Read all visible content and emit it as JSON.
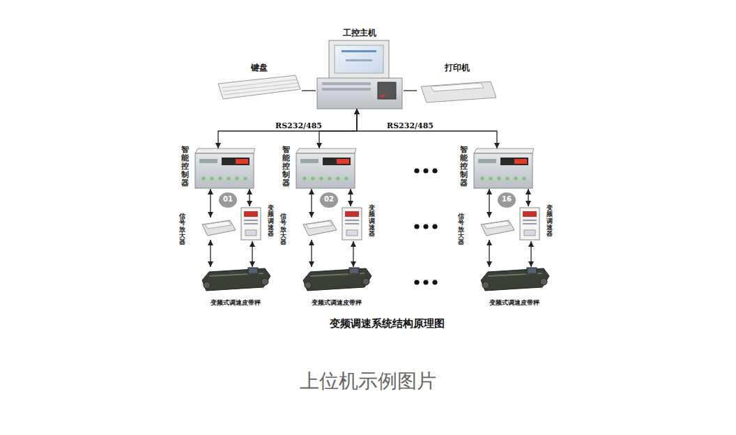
{
  "diagram": {
    "caption": "变频调速系统结构原理图",
    "nodes": [
      {
        "text": [
          "键盘"
        ]
      },
      {
        "text": [
          "工控主机"
        ]
      },
      {
        "text": [
          "打印机"
        ]
      },
      {
        "text": [
          "智能控制器"
        ]
      },
      {
        "text": [
          "01"
        ]
      },
      {
        "text": [
          "信号放大器"
        ]
      },
      {
        "text": [
          "变频调速器"
        ]
      },
      {
        "text": [
          "变频式调速皮带秤"
        ]
      },
      {
        "text": [
          "智能控制器"
        ]
      },
      {
        "text": [
          "02"
        ]
      },
      {
        "text": [
          "信号放大器"
        ]
      },
      {
        "text": [
          "变频调速器"
        ]
      },
      {
        "text": [
          "变频式调速皮带秤"
        ]
      },
      {
        "text": [
          "智能控制器"
        ]
      },
      {
        "text": [
          "16"
        ]
      },
      {
        "text": [
          "信号放大器"
        ]
      },
      {
        "text": [
          "变频调速器"
        ]
      },
      {
        "text": [
          "变频式调速皮带秤"
        ]
      }
    ],
    "edges": [
      {
        "from": 0,
        "to": 1,
        "arrow": "none"
      },
      {
        "from": 1,
        "to": 2,
        "arrow": "none"
      },
      {
        "from": 1,
        "to": 3,
        "arrow": "both"
      },
      {
        "from": 1,
        "to": 8,
        "arrow": "both"
      },
      {
        "from": 1,
        "to": 13,
        "arrow": "both"
      },
      {
        "from": 3,
        "to": 5,
        "arrow": "both"
      },
      {
        "from": 3,
        "to": 6,
        "arrow": "both"
      },
      {
        "from": 5,
        "to": 7,
        "arrow": "both"
      },
      {
        "from": 6,
        "to": 7,
        "arrow": "both"
      },
      {
        "from": 8,
        "to": 10,
        "arrow": "both"
      },
      {
        "from": 8,
        "to": 11,
        "arrow": "both"
      },
      {
        "from": 10,
        "to": 12,
        "arrow": "both"
      },
      {
        "from": 11,
        "to": 12,
        "arrow": "both"
      },
      {
        "from": 13,
        "to": 15,
        "arrow": "both"
      },
      {
        "from": 13,
        "to": 16,
        "arrow": "both"
      },
      {
        "from": 15,
        "to": 17,
        "arrow": "both"
      },
      {
        "from": 16,
        "to": 17,
        "arrow": "both"
      }
    ],
    "labels": [
      "RS232/485",
      "RS232/485",
      "上位机示例图片"
    ]
  }
}
